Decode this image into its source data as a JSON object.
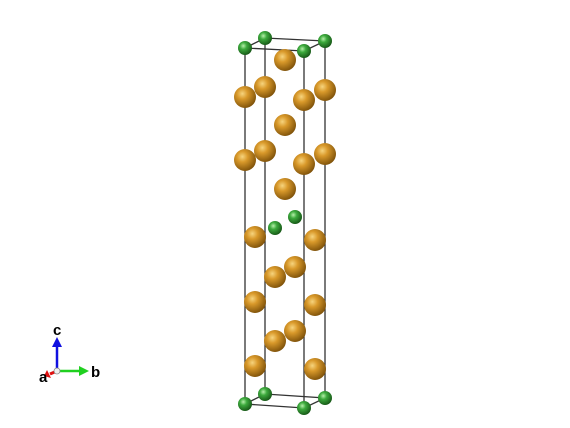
{
  "viewer": {
    "background": "#ffffff",
    "cell_edge_color": "#333333",
    "structure": {
      "atom_types": [
        {
          "name": "gold-sphere",
          "color": "#c7871e",
          "highlight": "#f3d07a",
          "shadow": "#7a4e08"
        },
        {
          "name": "green-sphere",
          "color": "#3aa23a",
          "highlight": "#b8f0b0",
          "shadow": "#1a5a1a"
        }
      ]
    },
    "axes": {
      "a": {
        "label": "a",
        "color": "#e01010"
      },
      "b": {
        "label": "b",
        "color": "#20d020"
      },
      "c": {
        "label": "c",
        "color": "#1010e0"
      }
    }
  }
}
